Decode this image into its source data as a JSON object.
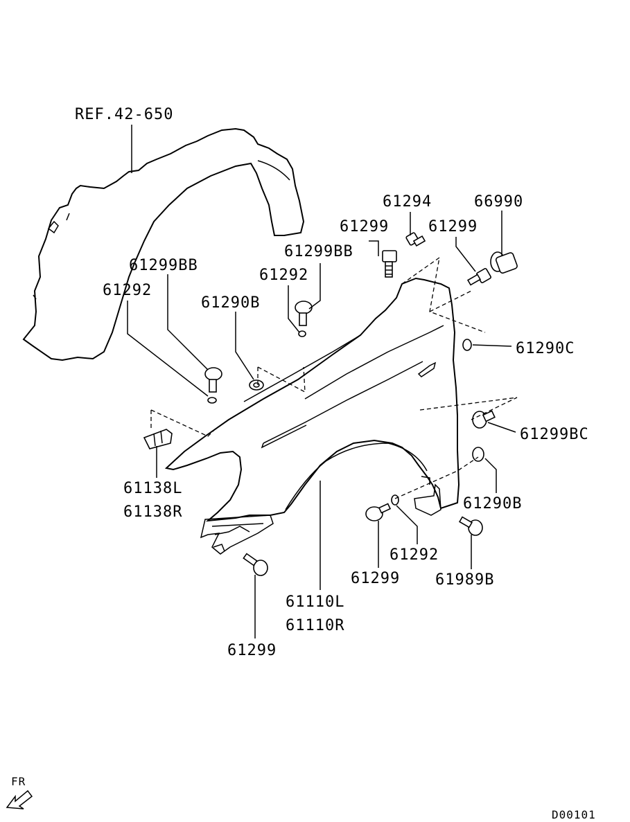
{
  "labels": {
    "ref": "REF.42-650",
    "p61294": "61294",
    "p66990": "66990",
    "p61299_top": "61299",
    "p61299_topright": "61299",
    "p61299bb_mid": "61299BB",
    "p61292_mid": "61292",
    "p61299bb_left": "61299BB",
    "p61292_left": "61292",
    "p61290b_left": "61290B",
    "p61290c": "61290C",
    "p61299bc": "61299BC",
    "p61138l": "61138L",
    "p61138r": "61138R",
    "p61290b_right": "61290B",
    "p61292_bottom": "61292",
    "p61299_bottom": "61299",
    "p61989b": "61989B",
    "p61110l": "61110L",
    "p61110r": "61110R",
    "p61299_lowest": "61299"
  },
  "footer": {
    "direction": "FR",
    "code": "D00101"
  }
}
